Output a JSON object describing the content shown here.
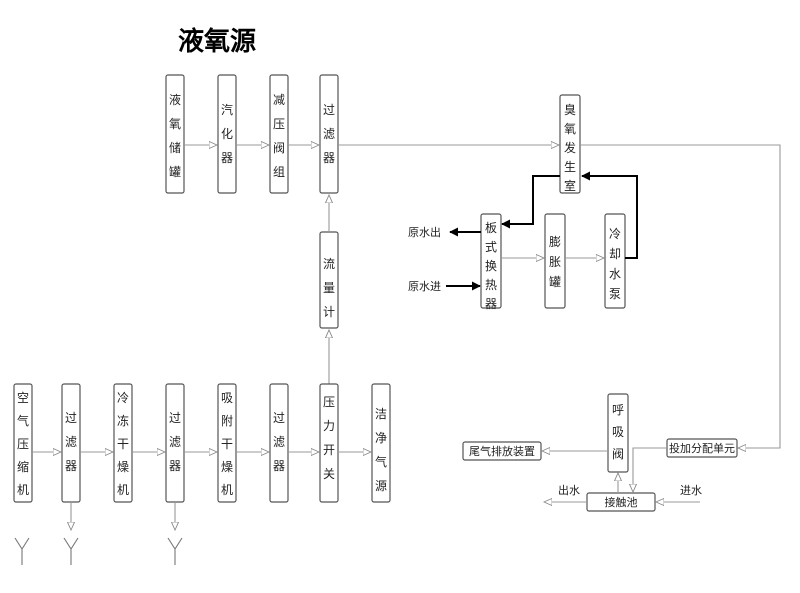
{
  "title": "液氧源",
  "lox_chain": {
    "tank": "液氧储罐",
    "vaporizer": "汽化器",
    "pressure_valve": "减压阀组",
    "filter": "过滤器"
  },
  "flowmeter": "流量计",
  "air_chain": {
    "compressor": "空气压缩机",
    "filter1": "过滤器",
    "dryer_cold": "冷冻干燥机",
    "filter2": "过滤器",
    "dryer_adsorb": "吸附干燥机",
    "filter3": "过滤器",
    "pressure_switch": "压力开关",
    "clean_gas": "洁净气源"
  },
  "ozone": {
    "generator": "臭氧发生室",
    "heat_exchanger": "板式换热器",
    "expansion_tank": "膨胀罐",
    "cooling_pump": "冷却水泵",
    "raw_water_out": "原水出",
    "raw_water_in": "原水进"
  },
  "contact": {
    "breath_valve": "呼吸阀",
    "distribution": "投加分配单元",
    "exhaust": "尾气排放装置",
    "tank": "接触池",
    "water_out": "出水",
    "water_in": "进水"
  }
}
